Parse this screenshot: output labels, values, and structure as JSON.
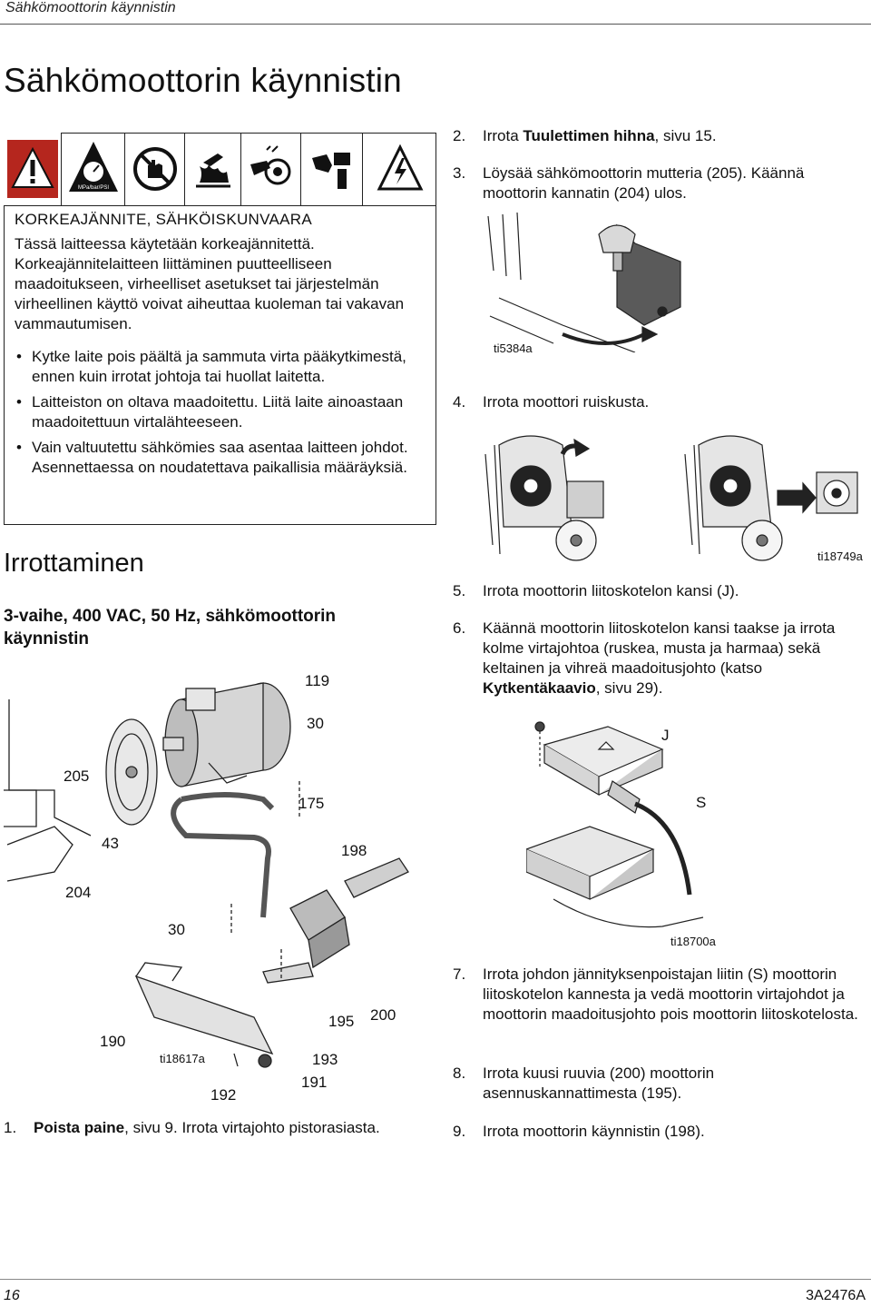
{
  "header": {
    "running_head": "Sähkömoottorin käynnistin"
  },
  "title": "Sähkömoottorin käynnistin",
  "warning": {
    "icons": [
      "warning-triangle-icon",
      "pressure-gauge-icon",
      "no-hand-icon",
      "hot-surface-icon",
      "entanglement-icon",
      "pinch-hand-icon",
      "electric-shock-icon"
    ],
    "gauge_label": "MPa/bar/PSI",
    "heading": "KORKEAJÄNNITE, SÄHKÖISKUNVAARA",
    "body": "Tässä laitteessa käytetään korkeajännitettä. Korkeajännitelaitteen liittäminen puutteelliseen maadoitukseen, virheelliset asetukset tai järjestelmän virheellinen käyttö voivat aiheuttaa kuoleman tai vakavan vammautumisen.",
    "bullets": [
      "Kytke laite pois päältä ja sammuta virta pääkytkimestä, ennen kuin irrotat johtoja tai huollat laitetta.",
      "Laitteiston on oltava maadoitettu. Liitä laite ainoastaan maadoitettuun virtalähteeseen.",
      "Vain valtuutettu sähkömies saa asentaa laitteen johdot. Asennettaessa on noudatettava paikallisia määräyksiä."
    ]
  },
  "section": {
    "title": "Irrottaminen",
    "subtitle": "3-vaihe, 400 VAC, 50 Hz, sähkömoottorin käynnistin"
  },
  "exploded_figure": {
    "callouts": [
      "119",
      "30",
      "205",
      "175",
      "43",
      "198",
      "204",
      "30",
      "195",
      "200",
      "190",
      "193",
      "191",
      "192"
    ],
    "fig_id": "ti18617a"
  },
  "steps": [
    {
      "num": "1.",
      "bold": "Poista paine",
      "rest": ", sivu 9. Irrota virtajohto pistorasiasta."
    },
    {
      "num": "2.",
      "pre": "Irrota ",
      "bold": "Tuulettimen hihna",
      "rest": ", sivu 15."
    },
    {
      "num": "3.",
      "text": "Löysää sähkömoottorin mutteria (205). Käännä moottorin kannatin (204) ulos."
    },
    {
      "num": "4.",
      "text": "Irrota moottori ruiskusta."
    },
    {
      "num": "5.",
      "text": "Irrota moottorin liitoskotelon kansi (J)."
    },
    {
      "num": "6.",
      "pre": "Käännä moottorin liitoskotelon kansi taakse ja irrota kolme virtajohtoa (ruskea, musta ja harmaa) sekä keltainen ja vihreä maadoitusjohto (katso ",
      "bold": "Kytkentäkaavio",
      "rest": ", sivu 29)."
    },
    {
      "num": "7.",
      "text": "Irrota johdon jännityksenpoistajan liitin (S) moottorin liitoskotelon kannesta ja vedä moottorin virtajohdot ja moottorin maadoitusjohto pois moottorin liitoskotelosta."
    },
    {
      "num": "8.",
      "text": "Irrota kuusi ruuvia (200) moottorin asennuskannattimesta (195)."
    },
    {
      "num": "9.",
      "text": "Irrota moottorin käynnistin (198)."
    }
  ],
  "figures": {
    "fig_bracket": "ti5384a",
    "fig_sprayer": "ti18749a",
    "fig_junction": "ti18700a",
    "junction_labels": {
      "J": "J",
      "S": "S"
    }
  },
  "footer": {
    "page": "16",
    "doc_id": "3A2476A"
  }
}
